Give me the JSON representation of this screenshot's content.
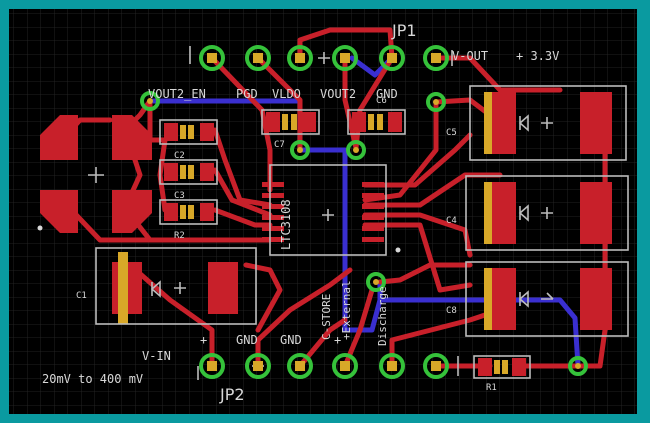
{
  "board": {
    "colors": {
      "frame": "#0a9aa0",
      "background": "#000000",
      "grid": "#2c2c2c",
      "top_copper": "#c8202a",
      "bottom_copper": "#3a2fd0",
      "via": "#35c23a",
      "pad": "#d8a828",
      "silkscreen": "#d8d8d8"
    }
  },
  "labels": {
    "jp1": "JP1",
    "jp2": "JP2",
    "vout_label": "V-OUT",
    "vout_value": "+ 3.3V",
    "vout2_en": "VOUT2_EN",
    "pgd": "PGD",
    "vldo": "VLDO",
    "vout2": "VOUT2",
    "gnd_top": "GND",
    "chip": "LTC3108",
    "c_store": "C-STORE",
    "plus_external": "+External",
    "discharge": "Discharge",
    "plus_vin": "+",
    "gnd1": "GND",
    "gnd2": "GND",
    "plus_store": "+",
    "v_in": "V-IN",
    "vin_range": "20mV to 400 mV"
  },
  "components": {
    "c1": "C1",
    "c2": "C2",
    "c3": "C3",
    "c4": "C4",
    "c5": "C5",
    "c6": "C6",
    "c7": "C7",
    "c8": "C8",
    "r1": "R1",
    "r2": "R2"
  }
}
